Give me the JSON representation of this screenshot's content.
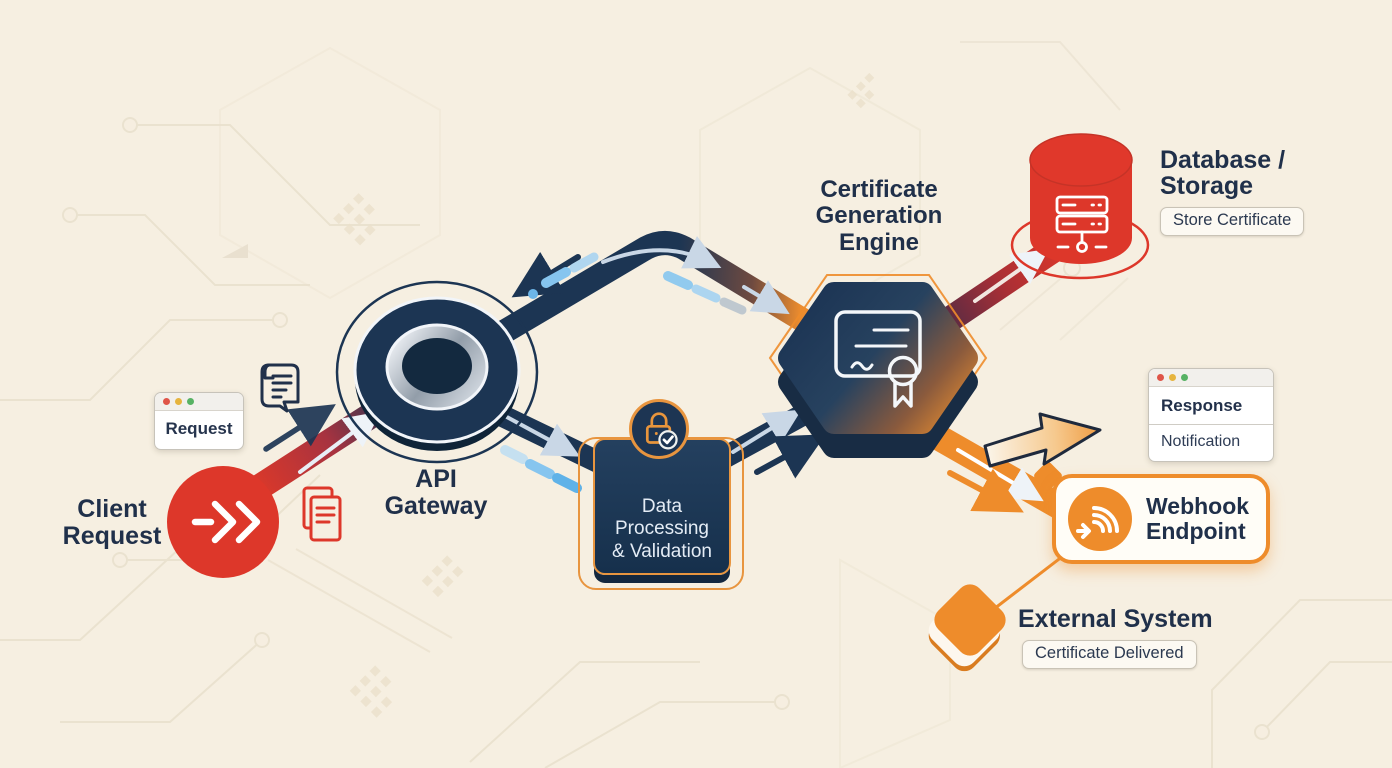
{
  "diagram": {
    "client": {
      "label": "Client\nRequest"
    },
    "request_window": {
      "title": "Request"
    },
    "gateway": {
      "label": "API\nGateway"
    },
    "processing": {
      "label": "Data\nProcessing\n& Validation"
    },
    "engine": {
      "label": "Certificate\nGeneration\nEngine"
    },
    "database": {
      "label": "Database /\nStorage",
      "action": "Store Certificate"
    },
    "response_window": {
      "title": "Response",
      "subtitle": "Notification"
    },
    "webhook": {
      "label": "Webhook\nEndpoint"
    },
    "external": {
      "label": "External System",
      "action": "Certificate Delivered"
    }
  },
  "colors": {
    "background": "#f6efe1",
    "navy": "#1c3553",
    "red": "#dd372a",
    "orange": "#ee8c2b",
    "light_blue": "#86c5ef",
    "text": "#20304a"
  }
}
